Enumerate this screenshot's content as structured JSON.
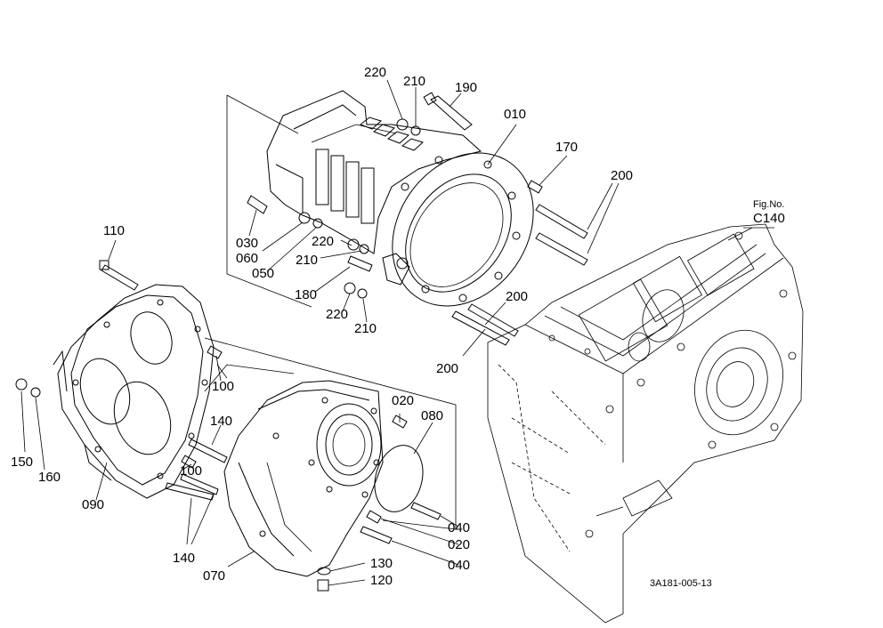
{
  "figure_ref": {
    "line1": "Fig.No.",
    "line2": "C140"
  },
  "drawing_code": "3A181-005-13",
  "callouts": [
    "010",
    "020",
    "020",
    "030",
    "040",
    "040",
    "050",
    "060",
    "070",
    "080",
    "090",
    "100",
    "100",
    "110",
    "120",
    "130",
    "140",
    "140",
    "150",
    "160",
    "170",
    "180",
    "190",
    "200",
    "200",
    "200",
    "210",
    "210",
    "210",
    "220",
    "220",
    "220"
  ],
  "labels": {
    "c220a": "220",
    "c210a": "210",
    "c190": "190",
    "c010": "010",
    "c170": "170",
    "c200a": "200",
    "c030": "030",
    "c060": "060",
    "c050": "050",
    "c220b": "220",
    "c210b": "210",
    "c180": "180",
    "c220c": "220",
    "c210c": "210",
    "c200b": "200",
    "c200c": "200",
    "c110": "110",
    "c100a": "100",
    "c140a": "140",
    "c100b": "100",
    "c150": "150",
    "c160": "160",
    "c090": "090",
    "c140b": "140",
    "c070": "070",
    "c020a": "020",
    "c080": "080",
    "c040a": "040",
    "c020b": "020",
    "c040b": "040",
    "c130": "130",
    "c120": "120"
  }
}
